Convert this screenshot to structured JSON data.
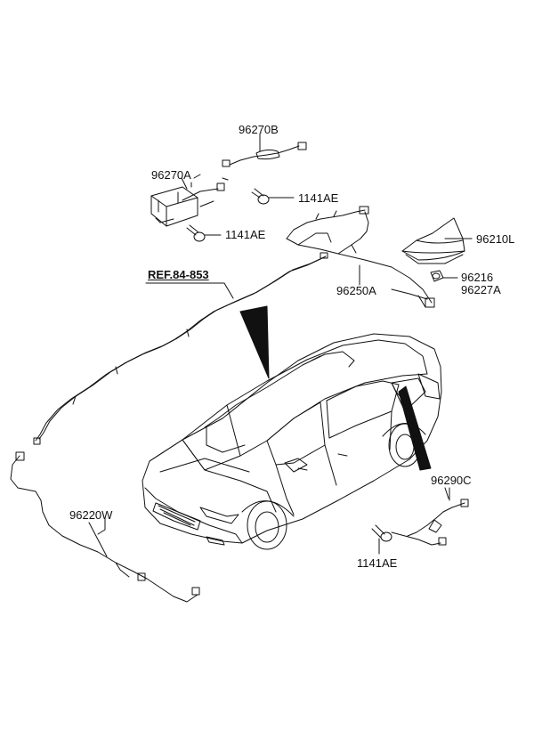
{
  "labels": {
    "p96270B": "96270B",
    "p96270A": "96270A",
    "p1141AE_top": "1141AE",
    "p1141AE_mid": "1141AE",
    "p96210L": "96210L",
    "p96216": "96216",
    "p96227A": "96227A",
    "p96250A": "96250A",
    "ref": "REF.84-853",
    "p96290C": "96290C",
    "p96220W": "96220W",
    "p1141AE_bottom": "1141AE"
  },
  "colors": {
    "line": "#111111",
    "fill": "#ffffff"
  }
}
